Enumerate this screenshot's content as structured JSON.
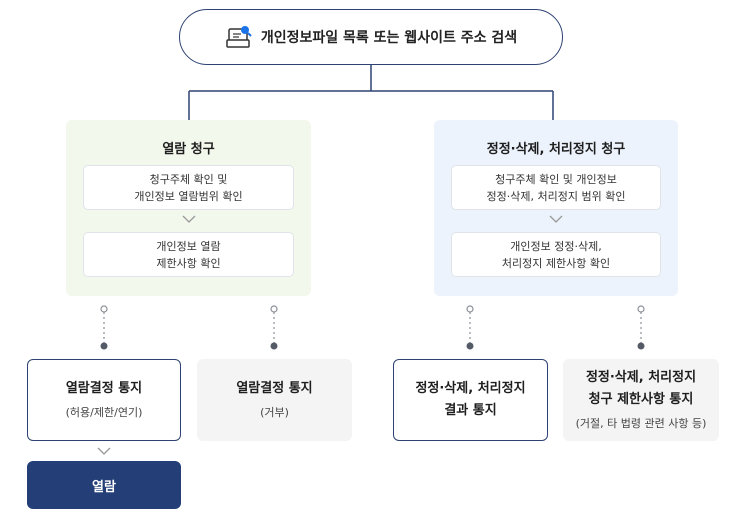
{
  "search_box": {
    "label": "개인정보파일 목록 또는 웹사이트 주소 검색",
    "icon": "search-document-icon"
  },
  "left_panel": {
    "title": "열람 청구",
    "step1": [
      "청구주체 확인 및",
      "개인정보 열람범위 확인"
    ],
    "step2": [
      "개인정보 열람",
      "제한사항 확인"
    ]
  },
  "right_panel": {
    "title": "정정·삭제, 처리정지 청구",
    "step1": [
      "청구주체 확인 및 개인정보",
      "정정·삭제, 처리정지 범위 확인"
    ],
    "step2": [
      "개인정보 정정·삭제,",
      "처리정지 제한사항 확인"
    ]
  },
  "outcomes": [
    {
      "title": "열람결정 통지",
      "sub": "(허용/제한/연기)"
    },
    {
      "title": "열람결정 통지",
      "sub": "(거부)"
    },
    {
      "title1": "정정·삭제, 처리정지",
      "title2": "결과 통지"
    },
    {
      "title1": "정정·삭제, 처리정지",
      "title2": "청구 제한사항 통지",
      "sub": "(거절, 타 법령 관련 사항 등)"
    }
  ],
  "final_step": {
    "label": "열람"
  },
  "colors": {
    "navy": "#2e4373",
    "navy_fill": "#243f77",
    "green_panel": "#f3f8ec",
    "blue_panel": "#edf3fc",
    "gray_box": "#f4f4f4",
    "accent_blue": "#1a73e8"
  }
}
